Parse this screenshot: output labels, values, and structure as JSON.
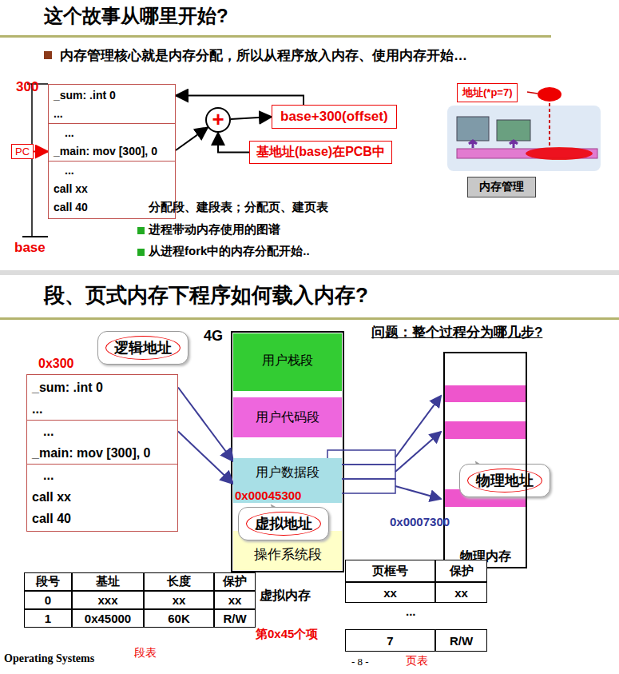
{
  "diagram": {
    "title": "这个故事从哪里开始?",
    "nodes": [
      {
        "text": [
          "_sum: .int 0",
          "...",
          "...",
          "_main: mov [300], 0",
          "...",
          "call xx",
          "call 40"
        ]
      },
      {
        "text": [
          "+"
        ]
      },
      {
        "text": [
          "base+300(offset)"
        ]
      },
      {
        "text": [
          "基地址(base)在PCB中"
        ]
      },
      {
        "text": [
          "PC"
        ]
      },
      {
        "text": [
          "地址(*p=7)"
        ]
      },
      {
        "text": [
          "内存管理"
        ]
      },
      {
        "text": [
          "_sum: .int 0",
          "...",
          "...",
          "_main: mov [300], 0",
          "...",
          "call xx",
          "call 40"
        ]
      },
      {
        "text": [
          "逻辑地址"
        ]
      },
      {
        "text": [
          "用户栈段"
        ]
      },
      {
        "text": [
          "用户代码段"
        ]
      },
      {
        "text": [
          "用户数据段"
        ]
      },
      {
        "text": [
          "操作系统段"
        ]
      },
      {
        "text": [
          "虚拟地址"
        ]
      },
      {
        "text": [
          "物理地址"
        ]
      },
      {
        "text": [
          "物理内存"
        ]
      }
    ],
    "edges": [
      {
        "from": 0,
        "to": 1,
        "arrow": "to"
      },
      {
        "from": 1,
        "to": 2,
        "arrow": "to"
      },
      {
        "from": 3,
        "to": 1,
        "arrow": "to"
      },
      {
        "from": 2,
        "to": 0,
        "arrow": "to"
      },
      {
        "from": 4,
        "to": 0,
        "arrow": "to"
      },
      {
        "from": 7,
        "to": 11,
        "arrow": "to"
      },
      {
        "from": 7,
        "to": 11,
        "arrow": "to"
      }
    ],
    "labels": [
      "段、页式内存下程序如何载入内存?",
      "内存管理核心就是内存分配，所以从程序放入内存、使用内存开始…",
      "300",
      "base",
      "分配段、建段表；分配页、建页表",
      "进程带动内存使用的图谱",
      "从进程fork中的内存分配开始..",
      "问题：整个过程分为哪几步?",
      "4G",
      "0x300",
      "0x00045300",
      "0x0007300",
      "虚拟内存",
      "段号",
      "基址",
      "长度",
      "保护",
      "0",
      "xxx",
      "xx",
      "xx",
      "1",
      "0x45000",
      "60K",
      "R/W",
      "第0x45个项",
      "页框号",
      "保护",
      "xx",
      "xx",
      "...",
      "7",
      "R/W",
      "段表",
      "页表",
      "Operating Systems",
      "- 8 -"
    ]
  }
}
